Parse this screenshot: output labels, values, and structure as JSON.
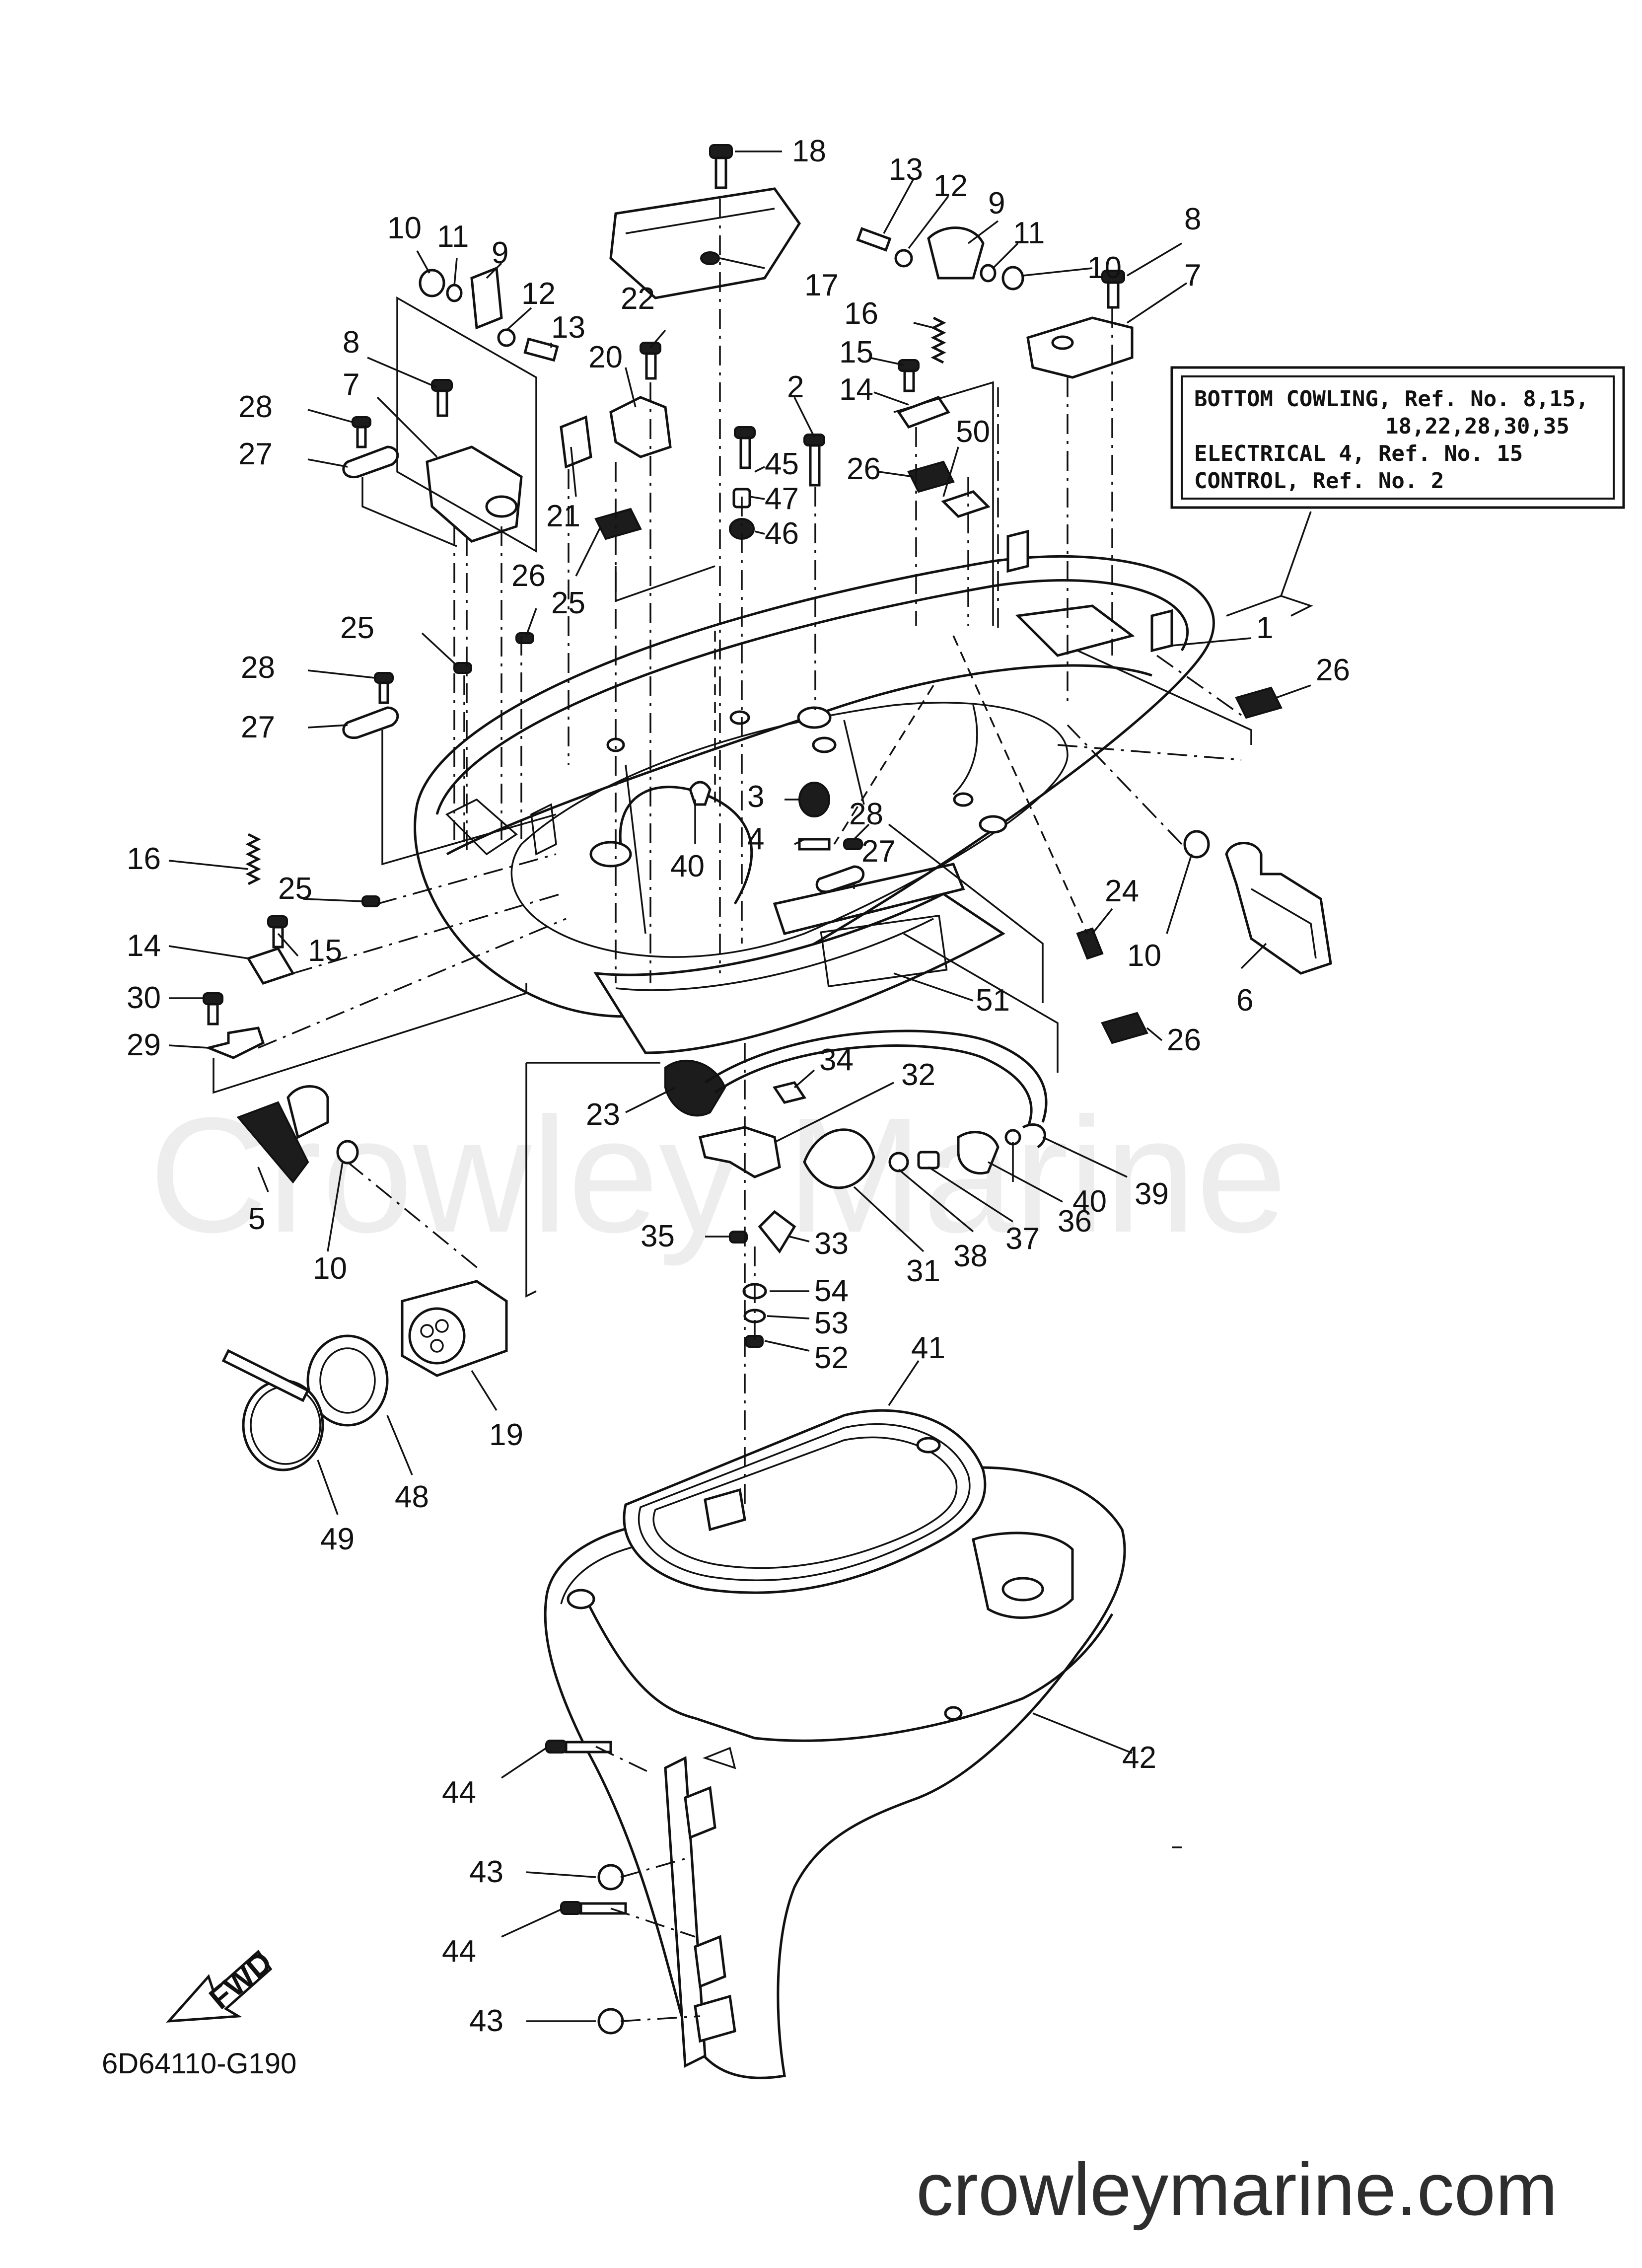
{
  "info_box": {
    "line1": "BOTTOM COWLING, Ref. No. 8,15,",
    "line2": "18,22,28,30,35",
    "line3": "ELECTRICAL 4, Ref. No. 15",
    "line4": "CONTROL, Ref. No. 2"
  },
  "diagram_code": "6D64110-G190",
  "fwd_label": "FWD",
  "watermark": "Crowley Marine",
  "site_text": "crowleymarine.com",
  "callouts": [
    "18",
    "13",
    "12",
    "9",
    "8",
    "11",
    "10",
    "7",
    "10",
    "11",
    "9",
    "12",
    "13",
    "22",
    "20",
    "16",
    "15",
    "14",
    "2",
    "50",
    "26",
    "8",
    "7",
    "28",
    "27",
    "45",
    "47",
    "46",
    "21",
    "26",
    "25",
    "25",
    "28",
    "27",
    "1",
    "26",
    "3",
    "4",
    "28",
    "27",
    "40",
    "24",
    "10",
    "6",
    "16",
    "25",
    "15",
    "14",
    "51",
    "26",
    "30",
    "29",
    "34",
    "32",
    "23",
    "40",
    "39",
    "36",
    "37",
    "38",
    "31",
    "33",
    "35",
    "54",
    "53",
    "52",
    "5",
    "10",
    "41",
    "19",
    "48",
    "49",
    "42",
    "44",
    "43",
    "44",
    "43",
    "17"
  ]
}
